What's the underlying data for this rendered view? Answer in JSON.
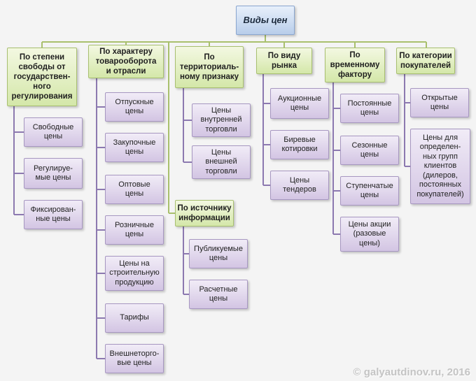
{
  "title": "Виды цен",
  "categories": [
    {
      "label": "По степени\nсвободы от\nгосударствен-\nного\nрегулирования",
      "items": [
        "Свободные\nцены",
        "Регулируе-\nмые цены",
        "Фиксирован-\nные цены"
      ]
    },
    {
      "label": "По характеру\nтоварооборота\nи отрасли",
      "items": [
        "Отпускные\nцены",
        "Закупочные\nцены",
        "Оптовые\nцены",
        "Розничные\nцены",
        "Цены на\nстроительную\nпродукцию",
        "Тарифы",
        "Внешнеторго-\nвые цены"
      ]
    },
    {
      "label": "По\nтерриториаль-\nному признаку",
      "items": [
        "Цены\nвнутренней\nторговли",
        "Цены\nвнешней\nторговли"
      ]
    },
    {
      "label": "По источнику\nинформации",
      "items": [
        "Публикуемые\nцены",
        "Расчетные\nцены"
      ]
    },
    {
      "label": "По виду\nрынка",
      "items": [
        "Аукционные\nцены",
        "Биревые\nкотировки",
        "Цены\nтендеров"
      ]
    },
    {
      "label": "По\nвременному\nфактору",
      "items": [
        "Постоянные\nцены",
        "Сезонные\nцены",
        "Ступенчатые\nцены",
        "Цены акции\n(разовые\nцены)"
      ]
    },
    {
      "label": "По категории\nпокупателей",
      "items": [
        "Открытые\nцены",
        "Цены для\nопределен-\nных групп\nклиентов\n(дилеров,\nпостоянных\nпокупателей)"
      ]
    }
  ],
  "watermark": "© galyautdinov.ru, 2016"
}
